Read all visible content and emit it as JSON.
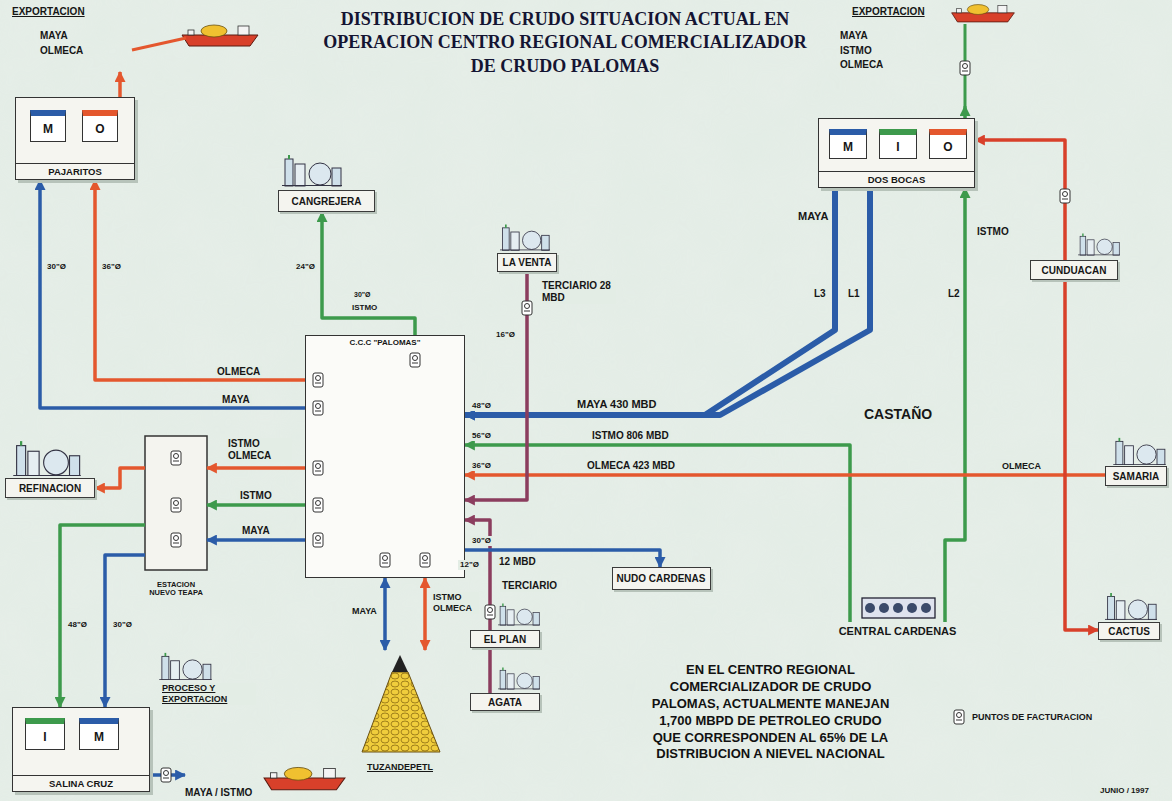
{
  "diagram": {
    "title": "DISTRIBUCION DE CRUDO SITUACION ACTUAL EN OPERACION CENTRO REGIONAL COMERCIALIZADOR DE CRUDO PALOMAS",
    "caption": "EN EL CENTRO REGIONAL COMERCIALIZADOR DE CRUDO PALOMAS, ACTUALMENTE MANEJAN 1,700 MBPD DE PETROLEO CRUDO QUE CORRESPONDEN AL 65% DE LA DISTRIBUCION A NIEVEL NACIONAL",
    "nodes": [
      {
        "text": [
          "EXPORTACION",
          "MAYA OLMECA"
        ]
      },
      {
        "text": [
          "PAJARITOS"
        ]
      },
      {
        "text": [
          "M"
        ],
        "in": 1
      },
      {
        "text": [
          "O"
        ],
        "in": 1
      },
      {
        "text": [
          "CANGREJERA"
        ]
      },
      {
        "text": [
          "LA VENTA"
        ]
      },
      {
        "text": [
          "EXPORTACION",
          "MAYA ISTMO OLMECA"
        ]
      },
      {
        "text": [
          "DOS BOCAS"
        ]
      },
      {
        "text": [
          "M"
        ],
        "in": 7
      },
      {
        "text": [
          "I"
        ],
        "in": 7
      },
      {
        "text": [
          "O"
        ],
        "in": 7
      },
      {
        "text": [
          "CUNDUACAN"
        ]
      },
      {
        "text": [
          "C.C.C \"PALOMAS\""
        ]
      },
      {
        "text": [
          "REFINACION"
        ]
      },
      {
        "text": [
          "ESTACION NUEVO TEAPA"
        ]
      },
      {
        "text": [
          "NUDO CARDENAS"
        ]
      },
      {
        "text": [
          "SAMARIA"
        ]
      },
      {
        "text": [
          "CENTRAL CARDENAS"
        ]
      },
      {
        "text": [
          "CACTUS"
        ]
      },
      {
        "text": [
          "EL PLAN"
        ]
      },
      {
        "text": [
          "AGATA"
        ]
      },
      {
        "text": [
          "TUZANDEPETL"
        ]
      },
      {
        "text": [
          "SALINA CRUZ"
        ]
      },
      {
        "text": [
          "I"
        ],
        "in": 22
      },
      {
        "text": [
          "M"
        ],
        "in": 22
      },
      {
        "text": [
          "MAYA / ISTMO"
        ]
      }
    ],
    "edges": [
      {
        "from": 1,
        "to": 0,
        "arrow": "to"
      },
      {
        "from": 12,
        "to": 1,
        "arrow": "to",
        "label": "MAYA"
      },
      {
        "from": 12,
        "to": 1,
        "arrow": "to",
        "label": "OLMECA"
      },
      {
        "from": 12,
        "to": 4,
        "arrow": "to",
        "label": "ISTMO"
      },
      {
        "from": 7,
        "to": 6,
        "arrow": "to"
      },
      {
        "from": 7,
        "to": 12,
        "arrow": "to",
        "label": "L3"
      },
      {
        "from": 7,
        "to": 12,
        "arrow": "to",
        "label": "L1"
      },
      {
        "from": 17,
        "to": 7,
        "arrow": "to",
        "label": "L2"
      },
      {
        "from": 17,
        "to": 12,
        "arrow": "to",
        "label": "ISTMO 806 MBD"
      },
      {
        "from": 16,
        "to": 12,
        "arrow": "to",
        "label": "OLMECA 423 MBD"
      },
      {
        "from": 11,
        "to": 7,
        "arrow": "to"
      },
      {
        "from": 11,
        "to": 18,
        "arrow": "to"
      },
      {
        "from": 5,
        "to": 12,
        "arrow": "to",
        "label": "TERCIARIO 28 MBD"
      },
      {
        "from": 19,
        "to": 12,
        "arrow": "to",
        "label": "12 MBD"
      },
      {
        "from": 12,
        "to": 15,
        "arrow": "to"
      },
      {
        "from": 20,
        "to": 19,
        "arrow": "none"
      },
      {
        "from": 12,
        "to": 14,
        "arrow": "to",
        "label": "ISTMO OLMECA"
      },
      {
        "from": 12,
        "to": 14,
        "arrow": "to",
        "label": "ISTMO"
      },
      {
        "from": 12,
        "to": 14,
        "arrow": "to",
        "label": "MAYA"
      },
      {
        "from": 14,
        "to": 13,
        "arrow": "to"
      },
      {
        "from": 14,
        "to": 22,
        "arrow": "to"
      },
      {
        "from": 14,
        "to": 22,
        "arrow": "to"
      },
      {
        "from": 12,
        "to": 21,
        "arrow": "both",
        "label": "MAYA"
      },
      {
        "from": 12,
        "to": 21,
        "arrow": "both",
        "label": "ISTMO OLMECA"
      },
      {
        "from": 22,
        "to": 25,
        "arrow": "to"
      }
    ],
    "labels": [
      "30\"Ø",
      "36\"Ø",
      "24\"Ø",
      "30\"Ø",
      "16\"Ø",
      "MAYA",
      "MAYA 430 MBD",
      "CASTAÑO",
      "ISTMO",
      "48\"Ø",
      "56\"Ø",
      "36\"Ø",
      "30\"Ø",
      "OLMECA",
      "TERCIARIO",
      "12\"Ø",
      "48\"Ø",
      "30\"Ø",
      "PROCESO Y EXPORTACION",
      "JUNIO / 1997"
    ],
    "legend": [
      {
        "text": "PUNTOS DE FACTURACION"
      }
    ]
  }
}
